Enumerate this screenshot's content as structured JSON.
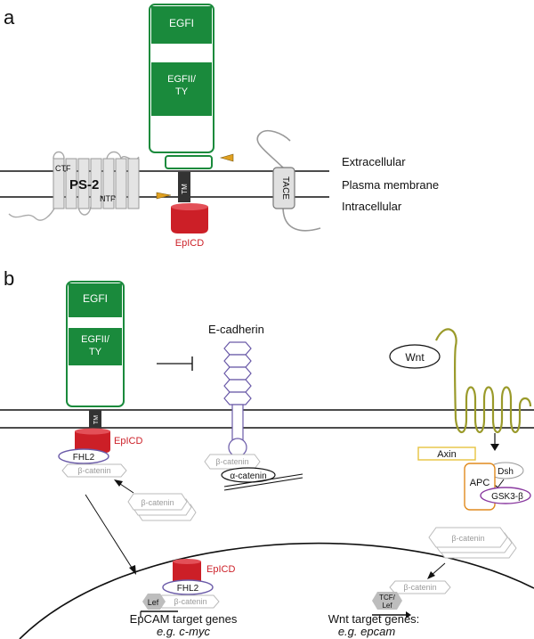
{
  "panels": {
    "a": {
      "panel_label": "a",
      "egfi": "EGFI",
      "egfii_line1": "EGFII/",
      "egfii_line2": "TY",
      "tm": "TM",
      "epicd": "EpICD",
      "ps2": "PS-2",
      "ctf": "CTF",
      "ntf": "NTF",
      "tace": "TACE",
      "extracellular": "Extracellular",
      "plasma_membrane": "Plasma membrane",
      "intracellular": "Intracellular"
    },
    "b": {
      "panel_label": "b",
      "egfi": "EGFI",
      "egfii_line1": "EGFII/",
      "egfii_line2": "TY",
      "tm": "TM",
      "epicd": "EpICD",
      "fhl2": "FHL2",
      "beta_catenin": "β-catenin",
      "alpha_catenin": "α-catenin",
      "e_cadherin": "E-cadherin",
      "wnt": "Wnt",
      "axin": "Axin",
      "dsh": "Dsh",
      "apc": "APC",
      "gsk3b": "GSK3-β",
      "epicd_nuclear": "EpICD",
      "fhl2_nuclear": "FHL2",
      "lef": "Lef",
      "tcf_lef_line1": "TCF/",
      "tcf_lef_line2": "Lef",
      "epcam_targets": "EpCAM target genes",
      "epcam_example": "e.g. c-myc",
      "wnt_targets": "Wnt target genes:",
      "wnt_example": "e.g. epcam"
    }
  },
  "colors": {
    "green": "#1a8a3c",
    "red": "#cc1f27",
    "orange": "#e08a1e",
    "olive": "#8a8a1e",
    "purple": "#8a3aa0",
    "gray": "#cfcfcf"
  }
}
